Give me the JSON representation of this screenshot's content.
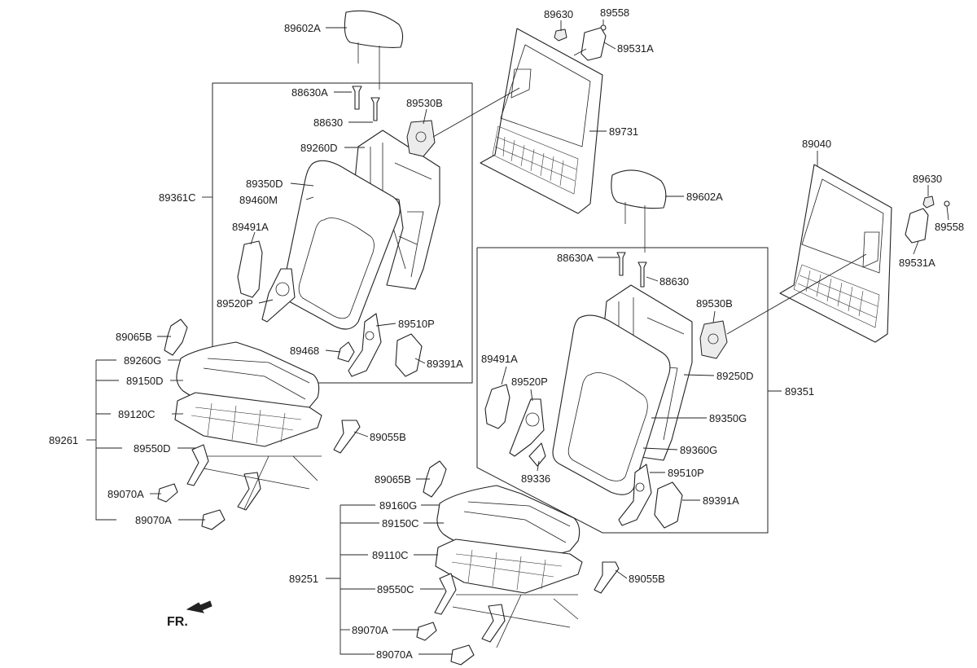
{
  "labels": {
    "l_89602A_top": "89602A",
    "l_88630A_left": "88630A",
    "l_88630_left": "88630",
    "l_89530B_left": "89530B",
    "l_89260D": "89260D",
    "l_89350D": "89350D",
    "l_89460M": "89460M",
    "l_89361C": "89361C",
    "l_89491A_left": "89491A",
    "l_89520P_left": "89520P",
    "l_89510P_left": "89510P",
    "l_89468": "89468",
    "l_89391A_left": "89391A",
    "l_89630_top": "89630",
    "l_89558_top": "89558",
    "l_89531A_top": "89531A",
    "l_89731": "89731",
    "l_89040": "89040",
    "l_89630_right": "89630",
    "l_89558_right": "89558",
    "l_89531A_right": "89531A",
    "l_89602A_mid": "89602A",
    "l_88630A_mid": "88630A",
    "l_88630_mid": "88630",
    "l_89530B_mid": "89530B",
    "l_89491A_mid": "89491A",
    "l_89520P_mid": "89520P",
    "l_89250D": "89250D",
    "l_89351": "89351",
    "l_89350G": "89350G",
    "l_89360G": "89360G",
    "l_89336": "89336",
    "l_89510P_mid": "89510P",
    "l_89391A_mid": "89391A",
    "l_89065B_left": "89065B",
    "l_89260G": "89260G",
    "l_89150D": "89150D",
    "l_89120C": "89120C",
    "l_89261": "89261",
    "l_89550D": "89550D",
    "l_89070A_l1": "89070A",
    "l_89070A_l2": "89070A",
    "l_89055B_left": "89055B",
    "l_89065B_mid": "89065B",
    "l_89160G": "89160G",
    "l_89150C": "89150C",
    "l_89110C": "89110C",
    "l_89251": "89251",
    "l_89550C": "89550C",
    "l_89070A_m1": "89070A",
    "l_89070A_m2": "89070A",
    "l_89055B_mid": "89055B",
    "fr": "FR."
  },
  "icons": {
    "front-arrow": "front-direction-arrow-icon"
  },
  "colors": {
    "line": "#222222",
    "background": "#ffffff",
    "shade": "#ececec"
  }
}
